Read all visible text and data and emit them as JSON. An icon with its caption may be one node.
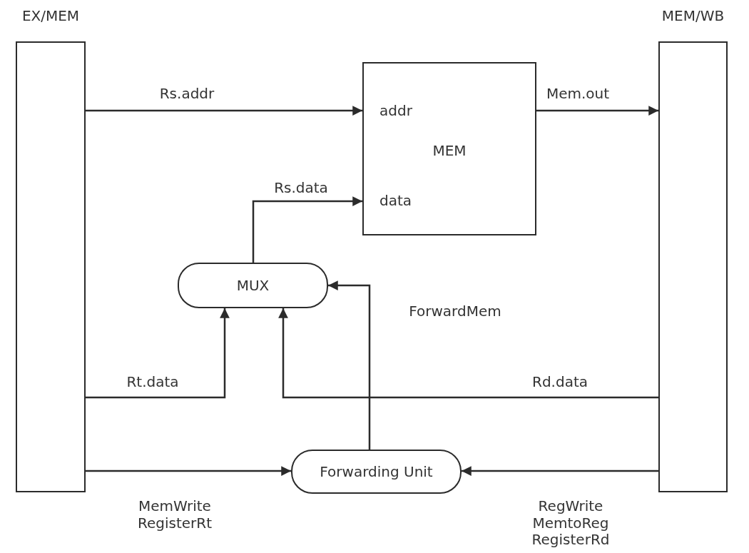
{
  "diagram": {
    "nodes": [
      {
        "text": [
          "EX/MEM"
        ]
      },
      {
        "text": [
          "MEM/WB"
        ]
      },
      {
        "text": [
          "addr",
          "MEM",
          "data"
        ]
      },
      {
        "text": [
          "MUX"
        ]
      },
      {
        "text": [
          "Forwarding Unit"
        ]
      }
    ],
    "edges": [
      {
        "from": 0,
        "to": 2,
        "arrow": "to",
        "label": "Rs.addr"
      },
      {
        "from": 2,
        "to": 1,
        "arrow": "to",
        "label": "Mem.out"
      },
      {
        "from": 3,
        "to": 2,
        "arrow": "to",
        "label": "Rs.data"
      },
      {
        "from": 0,
        "to": 3,
        "arrow": "to",
        "label": "Rt.data"
      },
      {
        "from": 1,
        "to": 3,
        "arrow": "to",
        "label": "Rd.data"
      },
      {
        "from": 4,
        "to": 3,
        "arrow": "to",
        "label": "ForwardMem"
      },
      {
        "from": 0,
        "to": 4,
        "arrow": "to",
        "label": "MemWrite RegisterRt"
      },
      {
        "from": 1,
        "to": 4,
        "arrow": "to",
        "label": "RegWrite MemtoReg RegisterRd"
      }
    ]
  }
}
